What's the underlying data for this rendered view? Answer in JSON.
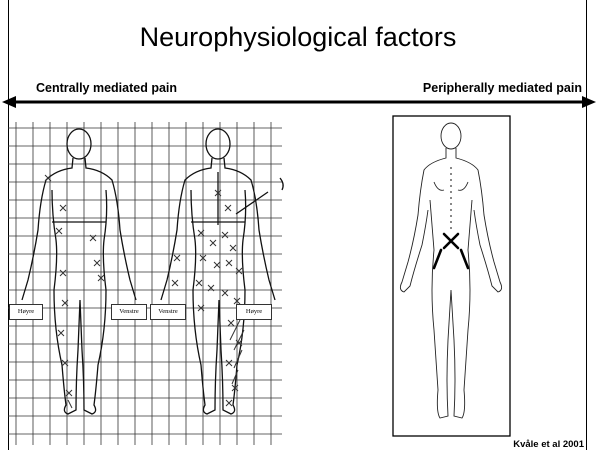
{
  "slide": {
    "title": "Neurophysiological factors",
    "left_label": "Centrally mediated pain",
    "right_label": "Peripherally mediated pain",
    "credit": "Kvåle et al 2001"
  },
  "chart_left": {
    "front_label_right": "Høyre",
    "front_label_left": "Venstre",
    "back_label_left": "Venstre",
    "back_label_right": "Høyre"
  }
}
